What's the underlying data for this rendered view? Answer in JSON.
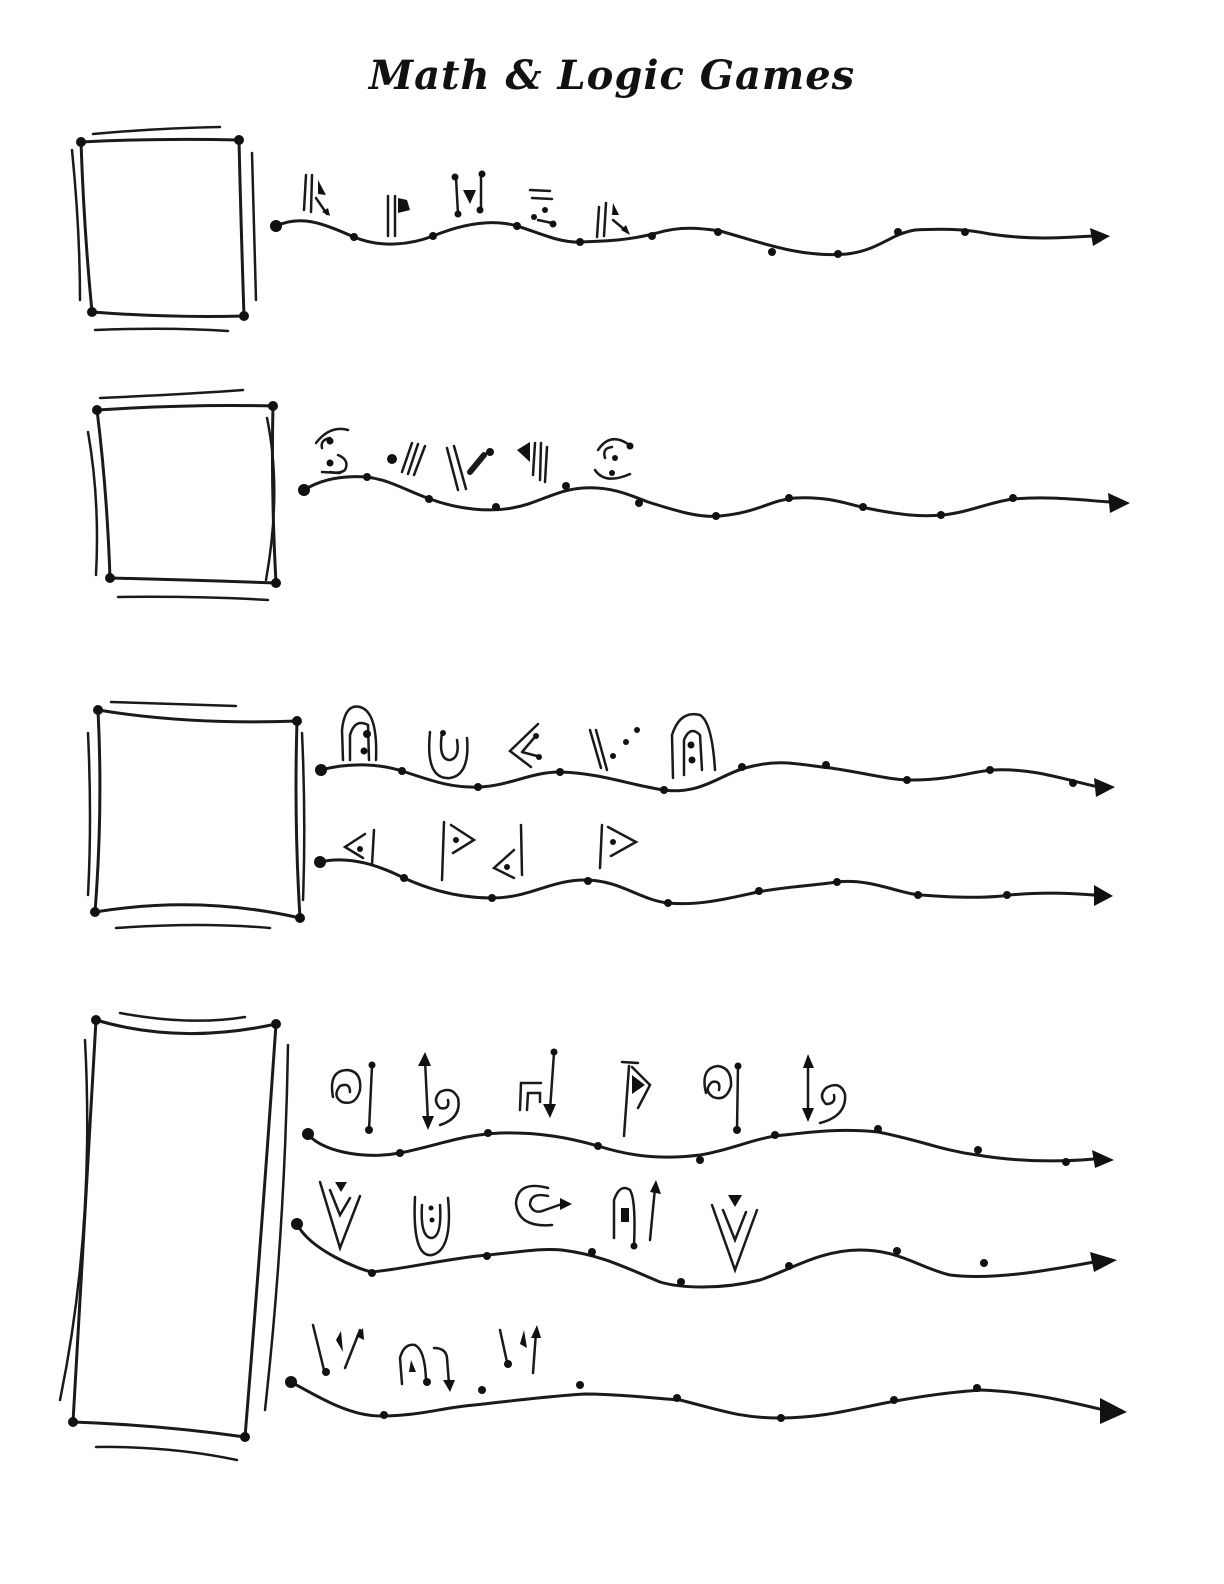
{
  "worksheet": {
    "title": "Math & Logic Games",
    "ink_color": "#1a1a1a",
    "background": "#ffffff"
  },
  "puzzles": [
    {
      "id": 1,
      "answer_box": "empty",
      "rows": [
        {
          "symbols": [
            "bars-triangle-arrow",
            "bars-flag-dot",
            "dots-triangle-dots",
            "lines-dots-arrow",
            "bars-triangle-arrow"
          ],
          "arrow": "right"
        }
      ]
    },
    {
      "id": 2,
      "answer_box": "empty",
      "rows": [
        {
          "symbols": [
            "swirl-dots",
            "dot-triple-slash",
            "double-slash-bar-dot",
            "triangle-triple-slash",
            "swirl-dots"
          ],
          "arrow": "right"
        }
      ]
    },
    {
      "id": 3,
      "answer_box": "empty",
      "rows": [
        {
          "symbols": [
            "arch-dots",
            "u-shape-dot",
            "chevron-dots",
            "slash-dots",
            "arch-dots"
          ],
          "arrow": "right"
        },
        {
          "symbols": [
            "left-eye-bar",
            "bar-right-eye",
            "left-eye-bar",
            "bar-right-eye"
          ],
          "arrow": "right"
        }
      ]
    },
    {
      "id": 4,
      "answer_box": "empty",
      "rows": [
        {
          "symbols": [
            "spiral-pin",
            "double-arrow-spiral",
            "bracket-down-arrow",
            "flag-triangle",
            "spiral-pin",
            "double-arrow-spiral"
          ],
          "arrow": "right"
        },
        {
          "symbols": [
            "v-triangle",
            "u-dot",
            "c-arrow",
            "arch-square-arrow",
            "v-triangle"
          ],
          "arrow": "right"
        },
        {
          "symbols": [
            "v-triangle-arrow",
            "arch-triangle-arrow",
            "v-triangle-arrow"
          ],
          "arrow": "right"
        }
      ]
    }
  ]
}
